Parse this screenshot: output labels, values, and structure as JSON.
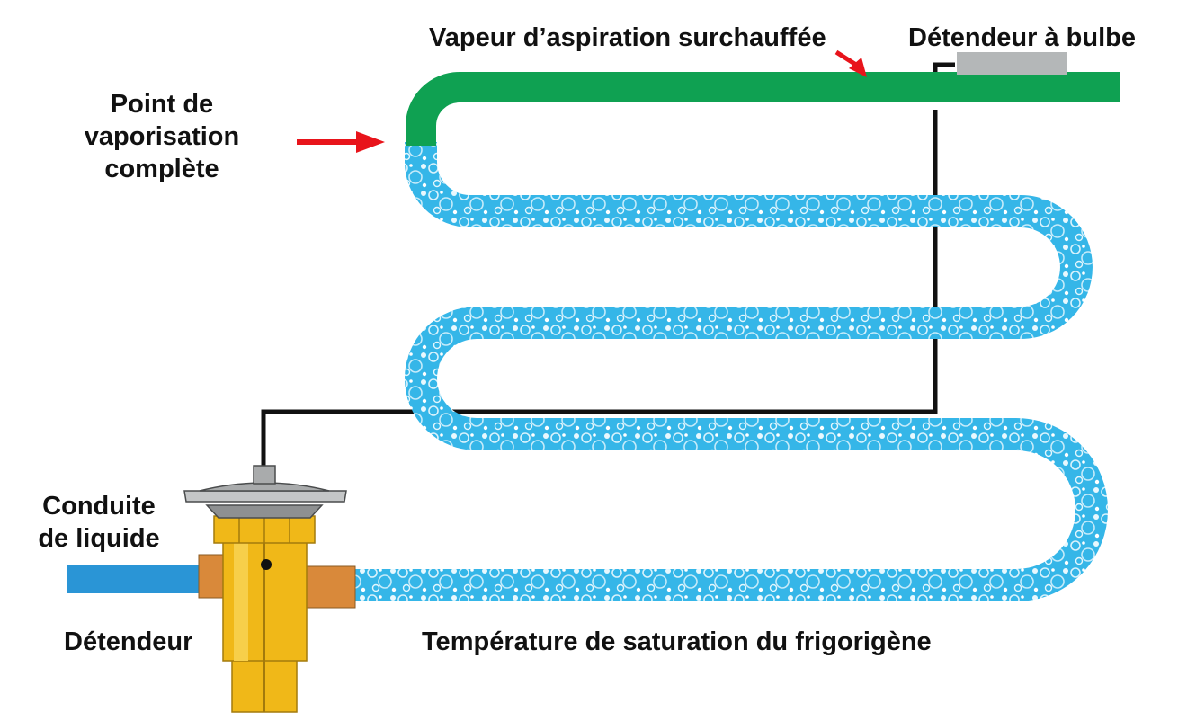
{
  "labels": {
    "superheated_vapor": "Vapeur d’aspiration surchauffée",
    "bulb_valve": "Détendeur à bulbe",
    "vaporization_point_line1": "Point de",
    "vaporization_point_line2": "vaporisation",
    "vaporization_point_line3": "complète",
    "liquid_line_line1": "Conduite",
    "liquid_line_line2": "de liquide",
    "expansion_valve": "Détendeur",
    "saturation_temperature": "Température de saturation du frigorigène"
  },
  "colors": {
    "vapor_pipe": "#0fa152",
    "liquid_coil": "#35b6e8",
    "liquid_line": "#2a95d6",
    "arrow": "#e8141b",
    "capillary": "#111111",
    "bulb": "#b4b7b8",
    "valve_body": "#f0b818",
    "valve_fitting": "#d9893a",
    "valve_head": "#a9abac"
  },
  "icons": {
    "valve": "thermostatic-expansion-valve-icon",
    "bulb": "sensing-bulb-icon"
  }
}
